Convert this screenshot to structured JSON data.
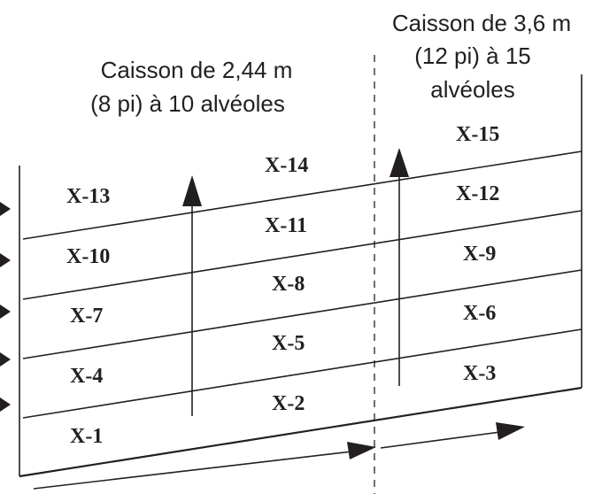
{
  "captions": {
    "left_line1": "Caisson de 2,44 m",
    "left_line2": "(8 pi) à 10 alvéoles",
    "right_line1": "Caisson de 3,6 m",
    "right_line2": "(12 pi) à 15",
    "right_line3": "alvéoles"
  },
  "cells": {
    "x1": "X-1",
    "x2": "X-2",
    "x3": "X-3",
    "x4": "X-4",
    "x5": "X-5",
    "x6": "X-6",
    "x7": "X-7",
    "x8": "X-8",
    "x9": "X-9",
    "x10": "X-10",
    "x11": "X-11",
    "x12": "X-12",
    "x13": "X-13",
    "x14": "X-14",
    "x15": "X-15"
  },
  "colors": {
    "ink": "#231f20",
    "background": "#ffffff"
  }
}
